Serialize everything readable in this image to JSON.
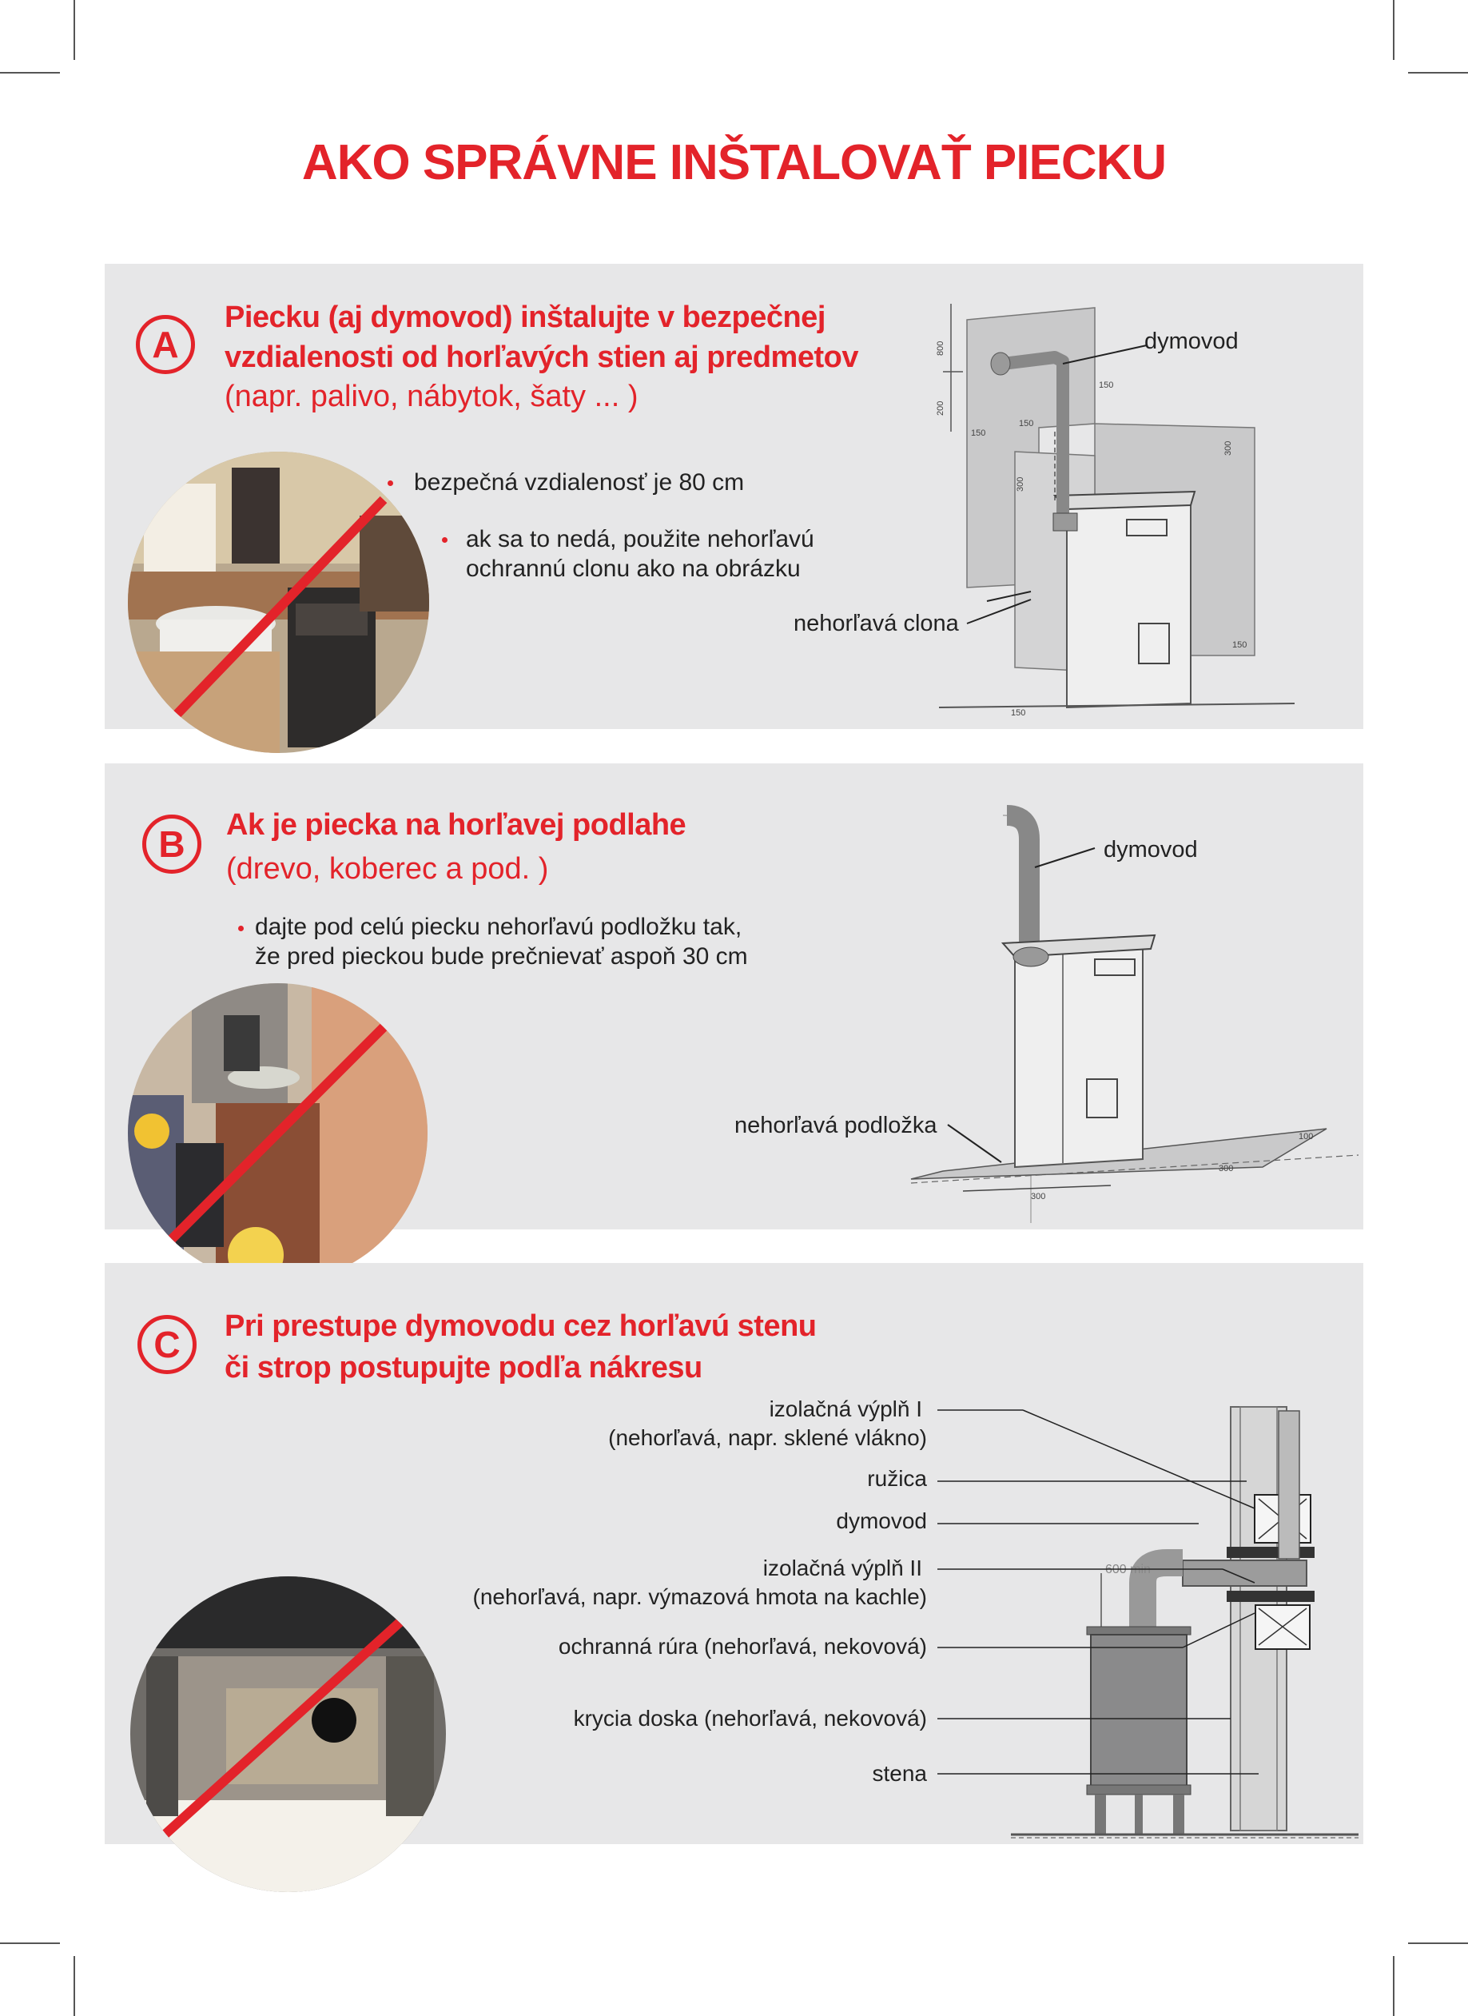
{
  "title": "AKO SPRÁVNE INŠTALOVAŤ PIECKU",
  "section_a": {
    "badge": "A",
    "heading_line1": "Piecku (aj dymovod) inštalujte v bezpečnej",
    "heading_line2": "vzdialenosti od horľavých stien aj predmetov",
    "subheading": "(napr. palivo, nábytok, šaty ... )",
    "bullet1": "bezpečná vzdialenosť je 80 cm",
    "bullet2_line1": "ak sa to nedá, použite nehorľavú",
    "bullet2_line2": "ochrannú clonu ako na obrázku",
    "label_chimney": "dymovod",
    "label_shield": "nehorľavá clona",
    "dims": [
      "800",
      "200",
      "150",
      "150",
      "150",
      "300",
      "300",
      "150",
      "150"
    ]
  },
  "section_b": {
    "badge": "B",
    "heading": "Ak je piecka na horľavej podlahe",
    "subheading": "(drevo, koberec a pod. )",
    "bullet1_line1": "dajte pod celú piecku nehorľavú podložku tak,",
    "bullet1_line2": "že pred pieckou bude prečnievať aspoň 30 cm",
    "label_chimney": "dymovod",
    "label_pad": "nehorľavá podložka",
    "dims": [
      "300",
      "100",
      "300"
    ]
  },
  "section_c": {
    "badge": "C",
    "heading_line1": "Pri prestupe dymovodu cez horľavú stenu",
    "heading_line2": "či strop postupujte podľa nákresu",
    "labels": {
      "fill1_line1": "izolačná výplň I",
      "fill1_line2": "(nehorľavá, napr. sklené vlákno)",
      "rosette": "ružica",
      "chimney": "dymovod",
      "fill2_line1": "izolačná výplň II",
      "fill2_line2": "(nehorľavá, napr. výmazová hmota na kachle)",
      "sleeve": "ochranná rúra (nehorľavá, nekovová)",
      "cover": "krycia doska (nehorľavá, nekovová)",
      "wall": "stena"
    },
    "dim": "600 min"
  },
  "colors": {
    "accent": "#e3232a",
    "panel": "#e7e7e8",
    "text": "#222222"
  }
}
